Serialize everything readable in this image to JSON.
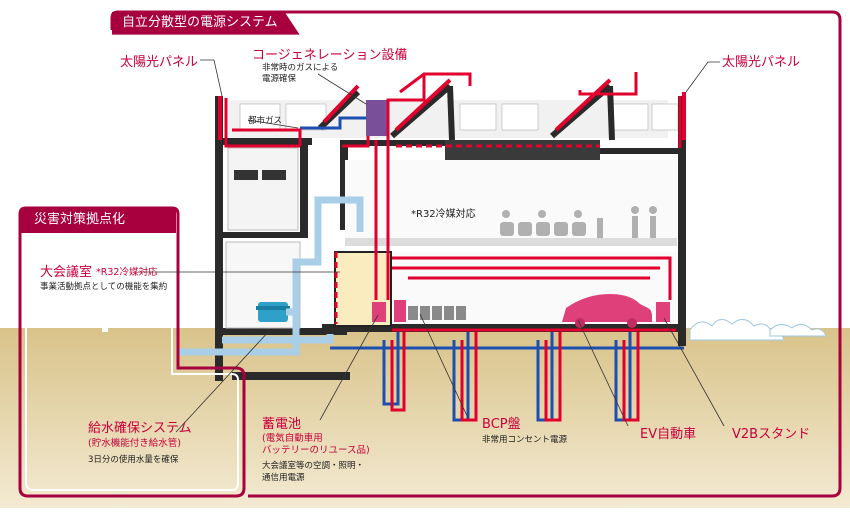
{
  "system_title": "自立分散型の電源システム",
  "disaster_title": "災害対策拠点化",
  "labels": {
    "solar_left": "太陽光パネル",
    "solar_right": "太陽光パネル",
    "cogen": "コージェネレーション設備",
    "cogen_note1": "非常時のガスによる",
    "cogen_note2": "電源確保",
    "city_gas": "都市ガス",
    "r32_upper": "*R32冷媒対応",
    "meeting_room": "大会議室",
    "meeting_r32": "*R32冷媒対応",
    "meeting_note": "事業活動拠点としての機能を集約",
    "water_title": "給水確保システム",
    "water_sub": "(貯水機能付き給水管)",
    "water_note": "3日分の使用水量を確保",
    "battery_title": "蓄電池",
    "battery_sub1": "(電気自動車用",
    "battery_sub2": "バッテリーのリユース品)",
    "battery_note1": "大会議室等の空調・照明・",
    "battery_note2": "通信用電源",
    "bcp": "BCP盤",
    "bcp_note": "非常用コンセント電源",
    "ev": "EV自動車",
    "v2b": "V2Bスタンド"
  },
  "colors": {
    "accent": "#a8003e",
    "label_red": "#c8003c",
    "pipe_red": "#e1002d",
    "pipe_blue": "#1c4fb0",
    "water_pipe": "#a9cfe8",
    "ground": "#d4bc7c",
    "wall": "#222222",
    "ev_car": "#e0407a",
    "cogen_unit": "#7a4f9a"
  }
}
